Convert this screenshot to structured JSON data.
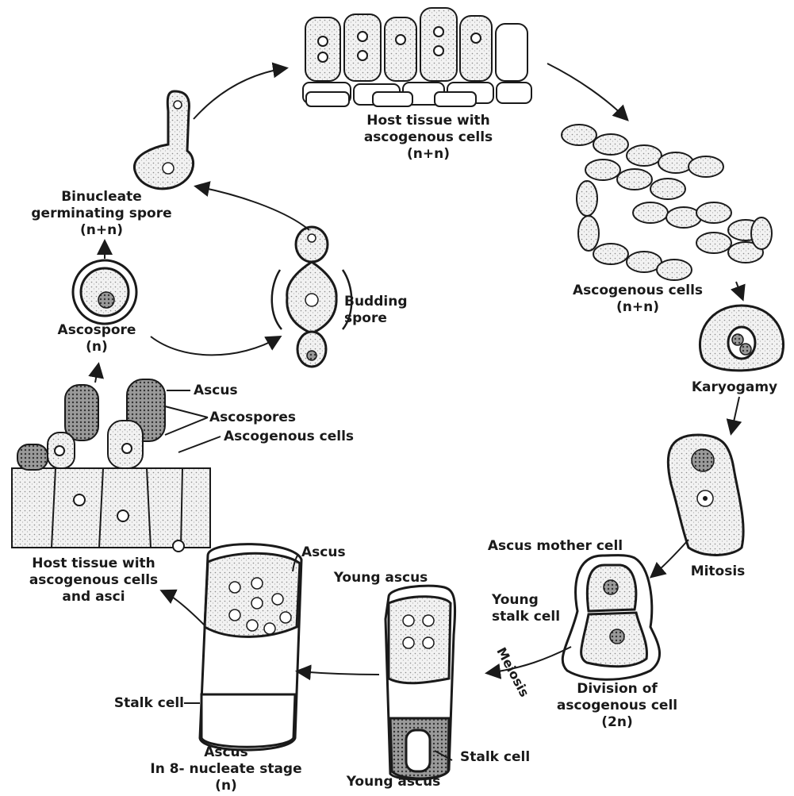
{
  "labels": {
    "host_tissue": [
      "Host tissue with",
      "ascogenous cells",
      "(n+n)"
    ],
    "ascogenous_cells": [
      "Ascogenous cells",
      "(n+n)"
    ],
    "karyogamy": "Karyogamy",
    "mitosis": "Mitosis",
    "ascus_mother_cell": "Ascus mother cell",
    "young_stalk_cell": [
      "Young",
      "stalk cell"
    ],
    "division": [
      "Division of",
      "ascogenous cell",
      "(2n)"
    ],
    "meiosis": "Meiosis",
    "young_ascus_top": "Young ascus",
    "stalk_cell_right": "Stalk cell",
    "young_ascus_bottom": "Young ascus",
    "ascus_8": "Ascus",
    "stalk_cell_left": "Stalk cell",
    "ascus_8_stage": [
      "Ascus",
      "In 8- nucleate stage",
      "(n)"
    ],
    "host_tissue_asci": [
      "Host tissue with",
      "ascogenous cells",
      "and asci"
    ],
    "ascus_left": "Ascus",
    "ascospores": "Ascospores",
    "ascogenous_cells_left": "Ascogenous cells",
    "ascospore": [
      "Ascospore",
      "(n)"
    ],
    "budding_spore": [
      "Budding",
      "spore"
    ],
    "binucleate": [
      "Binucleate",
      "germinating spore",
      "(n+n)"
    ]
  },
  "colors": {
    "ink": "#1a1a1a",
    "stipple": "#cfcfcf",
    "cell_fill": "#e6e6e6"
  }
}
